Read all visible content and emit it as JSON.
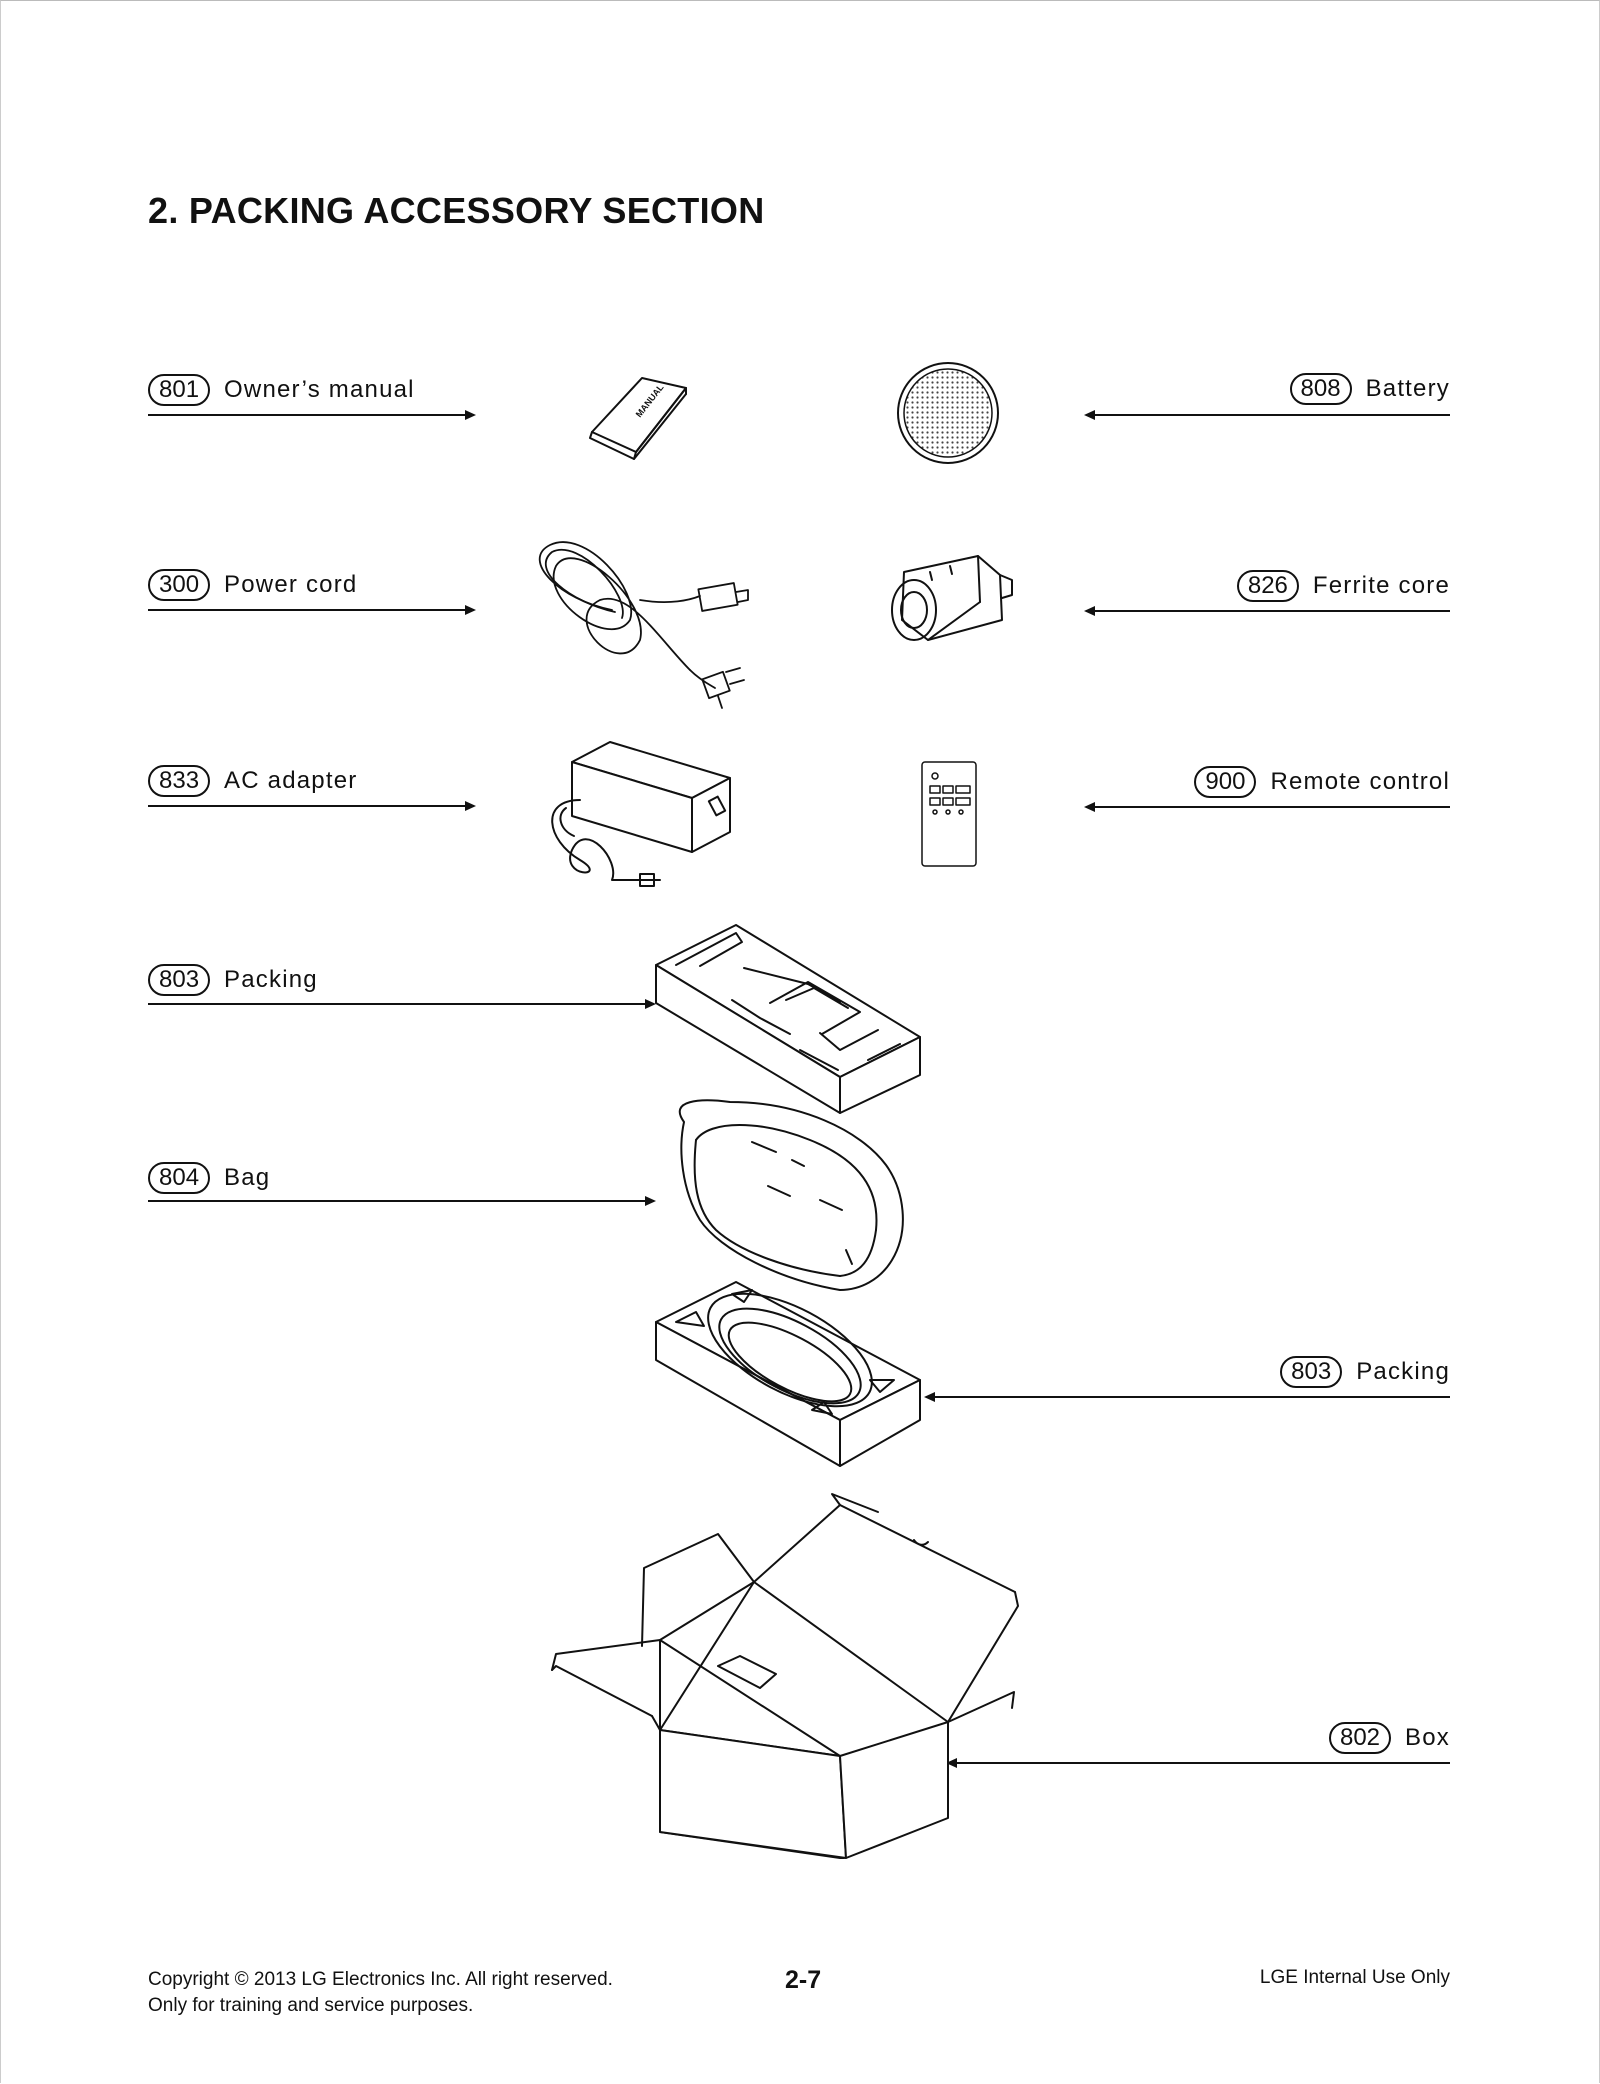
{
  "title": "2. PACKING ACCESSORY SECTION",
  "parts": [
    {
      "code": "801",
      "name": "Owner’s manual"
    },
    {
      "code": "808",
      "name": "Battery"
    },
    {
      "code": "300",
      "name": "Power cord"
    },
    {
      "code": "826",
      "name": "Ferrite core"
    },
    {
      "code": "833",
      "name": "AC adapter"
    },
    {
      "code": "900",
      "name": "Remote control"
    },
    {
      "code": "803",
      "name": "Packing"
    },
    {
      "code": "804",
      "name": "Bag"
    },
    {
      "code": "803",
      "name": "Packing"
    },
    {
      "code": "802",
      "name": "Box"
    }
  ],
  "manual_cover_text": "MANUAL",
  "footer": {
    "copyright_line1": "Copyright © 2013 LG Electronics Inc. All right reserved.",
    "copyright_line2": "Only for training and service purposes.",
    "page_number": "2-7",
    "notice": "LGE Internal Use Only"
  }
}
